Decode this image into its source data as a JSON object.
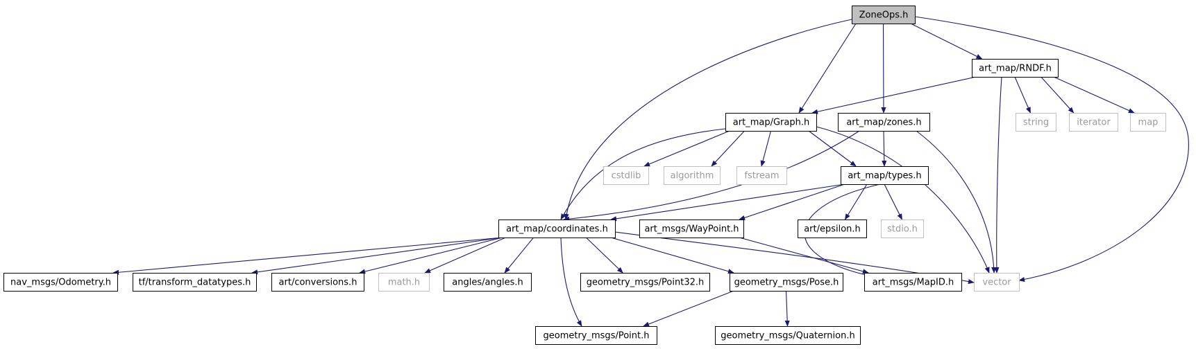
{
  "diagram": {
    "type": "include-dependency-graph",
    "colors": {
      "edge": "#191970",
      "root_fill": "#bfbfbf",
      "node_border": "#000000",
      "external_border": "#bfbfbf",
      "external_text": "#9a9a9a"
    },
    "nodes": [
      {
        "id": "zoneops",
        "label": "ZoneOps.h",
        "kind": "root"
      },
      {
        "id": "rndf",
        "label": "art_map/RNDF.h",
        "kind": "project"
      },
      {
        "id": "graph",
        "label": "art_map/Graph.h",
        "kind": "project"
      },
      {
        "id": "zones",
        "label": "art_map/zones.h",
        "kind": "project"
      },
      {
        "id": "string",
        "label": "string",
        "kind": "system"
      },
      {
        "id": "iterator",
        "label": "iterator",
        "kind": "system"
      },
      {
        "id": "map",
        "label": "map",
        "kind": "system"
      },
      {
        "id": "cstdlib",
        "label": "cstdlib",
        "kind": "system"
      },
      {
        "id": "algorithm",
        "label": "algorithm",
        "kind": "system"
      },
      {
        "id": "fstream",
        "label": "fstream",
        "kind": "system"
      },
      {
        "id": "types",
        "label": "art_map/types.h",
        "kind": "project"
      },
      {
        "id": "coordinates",
        "label": "art_map/coordinates.h",
        "kind": "project"
      },
      {
        "id": "waypoint",
        "label": "art_msgs/WayPoint.h",
        "kind": "project"
      },
      {
        "id": "epsilon",
        "label": "art/epsilon.h",
        "kind": "project"
      },
      {
        "id": "stdio",
        "label": "stdio.h",
        "kind": "system"
      },
      {
        "id": "odometry",
        "label": "nav_msgs/Odometry.h",
        "kind": "project"
      },
      {
        "id": "tf",
        "label": "tf/transform_datatypes.h",
        "kind": "project"
      },
      {
        "id": "conversions",
        "label": "art/conversions.h",
        "kind": "project"
      },
      {
        "id": "math",
        "label": "math.h",
        "kind": "system"
      },
      {
        "id": "angles",
        "label": "angles/angles.h",
        "kind": "project"
      },
      {
        "id": "point32",
        "label": "geometry_msgs/Point32.h",
        "kind": "project"
      },
      {
        "id": "pose",
        "label": "geometry_msgs/Pose.h",
        "kind": "project"
      },
      {
        "id": "mapid",
        "label": "art_msgs/MapID.h",
        "kind": "project"
      },
      {
        "id": "vector",
        "label": "vector",
        "kind": "system"
      },
      {
        "id": "point",
        "label": "geometry_msgs/Point.h",
        "kind": "project"
      },
      {
        "id": "quaternion",
        "label": "geometry_msgs/Quaternion.h",
        "kind": "project"
      }
    ],
    "edges": [
      {
        "from": "zoneops",
        "to": "coordinates"
      },
      {
        "from": "zoneops",
        "to": "graph"
      },
      {
        "from": "zoneops",
        "to": "zones"
      },
      {
        "from": "zoneops",
        "to": "rndf"
      },
      {
        "from": "zoneops",
        "to": "vector"
      },
      {
        "from": "rndf",
        "to": "graph"
      },
      {
        "from": "rndf",
        "to": "vector"
      },
      {
        "from": "rndf",
        "to": "string"
      },
      {
        "from": "rndf",
        "to": "iterator"
      },
      {
        "from": "rndf",
        "to": "map"
      },
      {
        "from": "graph",
        "to": "coordinates"
      },
      {
        "from": "graph",
        "to": "cstdlib"
      },
      {
        "from": "graph",
        "to": "algorithm"
      },
      {
        "from": "graph",
        "to": "fstream"
      },
      {
        "from": "graph",
        "to": "types"
      },
      {
        "from": "graph",
        "to": "vector"
      },
      {
        "from": "zones",
        "to": "types"
      },
      {
        "from": "zones",
        "to": "coordinates"
      },
      {
        "from": "zones",
        "to": "vector"
      },
      {
        "from": "types",
        "to": "coordinates"
      },
      {
        "from": "types",
        "to": "waypoint"
      },
      {
        "from": "types",
        "to": "epsilon"
      },
      {
        "from": "types",
        "to": "stdio"
      },
      {
        "from": "types",
        "to": "mapid"
      },
      {
        "from": "coordinates",
        "to": "odometry"
      },
      {
        "from": "coordinates",
        "to": "tf"
      },
      {
        "from": "coordinates",
        "to": "conversions"
      },
      {
        "from": "coordinates",
        "to": "math"
      },
      {
        "from": "coordinates",
        "to": "angles"
      },
      {
        "from": "coordinates",
        "to": "point"
      },
      {
        "from": "coordinates",
        "to": "point32"
      },
      {
        "from": "coordinates",
        "to": "pose"
      },
      {
        "from": "coordinates",
        "to": "vector"
      },
      {
        "from": "waypoint",
        "to": "mapid"
      },
      {
        "from": "pose",
        "to": "point"
      },
      {
        "from": "pose",
        "to": "quaternion"
      }
    ]
  }
}
